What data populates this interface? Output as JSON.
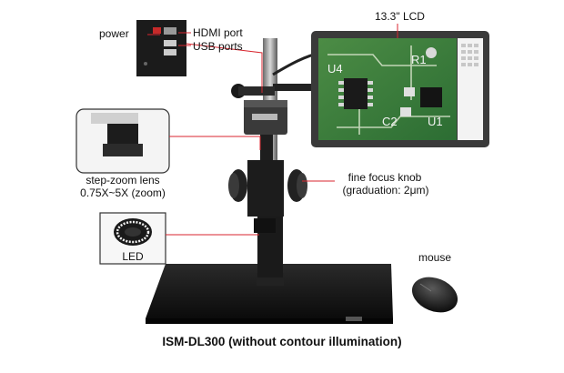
{
  "labels": {
    "power": "power",
    "hdmi": "HDMI port",
    "usb": "USB ports",
    "lcd": "13.3\" LCD",
    "stepzoom_line1": "step-zoom lens",
    "stepzoom_line2": "0.75X~5X (zoom)",
    "finefocus_line1": "fine focus knob",
    "finefocus_line2": "(graduation: 2μm)",
    "led": "LED",
    "mouse": "mouse"
  },
  "pcb_marks": {
    "u4": "U4",
    "r1": "R1",
    "c2": "C2",
    "u1": "U1"
  },
  "caption": "ISM-DL300 (without contour illumination)",
  "colors": {
    "leader": "#d8262f",
    "pcb": "#2f7a3a",
    "frame": "#3a3a3a",
    "stand": "#141414"
  }
}
